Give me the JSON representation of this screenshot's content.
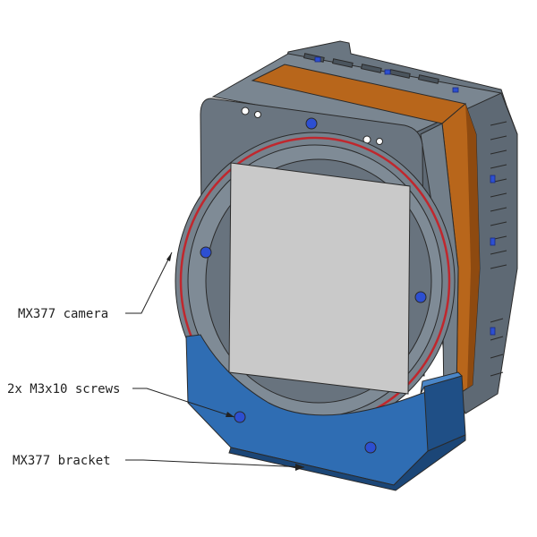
{
  "labels": {
    "camera": "MX377 camera",
    "screws": "2x M3x10 screws",
    "bracket": "MX377 bracket"
  },
  "colors": {
    "body_dark": "#5c6670",
    "body_mid": "#6f7b86",
    "body_light": "#8a959f",
    "orange_band": "#b8661b",
    "orange_dark": "#8e4a10",
    "sensor": "#c9c9c9",
    "ring": "#c0272d",
    "bracket": "#2f6db3",
    "bracket_dark": "#1f4f86",
    "screw": "#2d4fd1"
  }
}
